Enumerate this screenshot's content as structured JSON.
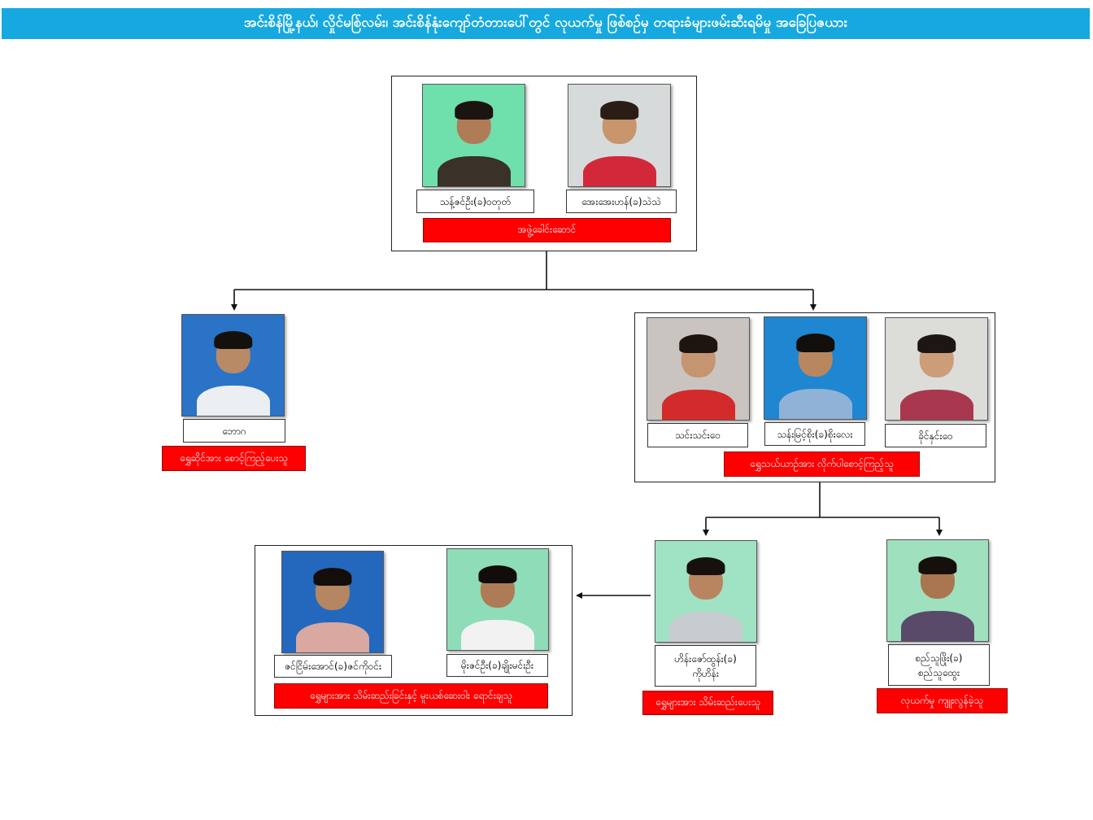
{
  "title": "အင်းစိန်မြို့နယ်၊ လှိုင်မစ်ြလမ်း၊ အင်းစိန်နုံးကျော်တံတားပေါ်တွင် လုယက်မှု ဖြစ်စဉ်မှ တရားခံများဖမ်းဆီးရမိမှု အခြေပြဇယား",
  "colors": {
    "title_bg": "#16a9e0",
    "role_bg": "#ff0000"
  },
  "leaders": {
    "role": "အဖွဲ့ခေါင်းဆောင်",
    "members": [
      {
        "name": "သန့်ဇင်ဦး(ခ)ဝတုတ်"
      },
      {
        "name": "အေးအေးဟန်(ခ)သဲသဲ"
      }
    ]
  },
  "left_branch": {
    "role": "ရွှေဆိုင်အား စောင့်ကြည့်ပေးသူ",
    "members": [
      {
        "name": "ဘောဂ"
      }
    ]
  },
  "right_branch": {
    "role": "ရွှေသယ်ယာဉ်အား လိုက်ပါစောင့်ကြည့်သူ",
    "members": [
      {
        "name": "သင်းသင်းဝေ"
      },
      {
        "name": "သန်းမြင့်စိုး(ခ)စိုးလေး"
      },
      {
        "name": "ခိုင်နှင်းဝေ"
      }
    ]
  },
  "keeper": {
    "name_line1": "ဟိန်းဇော်ထွန်း(ခ)",
    "name_line2": "ကိုဟိန်း",
    "role": "ရွှေများအား သိမ်းဆည်းပေးသူ"
  },
  "robber": {
    "name_line1": "စည်သူဖြိုး(ခ)",
    "name_line2": "စည်သူထွေး",
    "role": "လုယက်မှု ကျူးလွန်ခဲ့သူ"
  },
  "buyers": {
    "role": "ရွှေများအား သိမ်းဆည်းခြင်းနှင့် မူးယစ်ဆေးဝါး ရောင်းချသူ",
    "members": [
      {
        "name": "ဇင်ငြိမ်းအောင်(ခ)ဇင်ကိုဝင်း"
      },
      {
        "name": "မိုးဇင်ဦး(ခ)ချိုးမင်းဦး"
      }
    ]
  }
}
